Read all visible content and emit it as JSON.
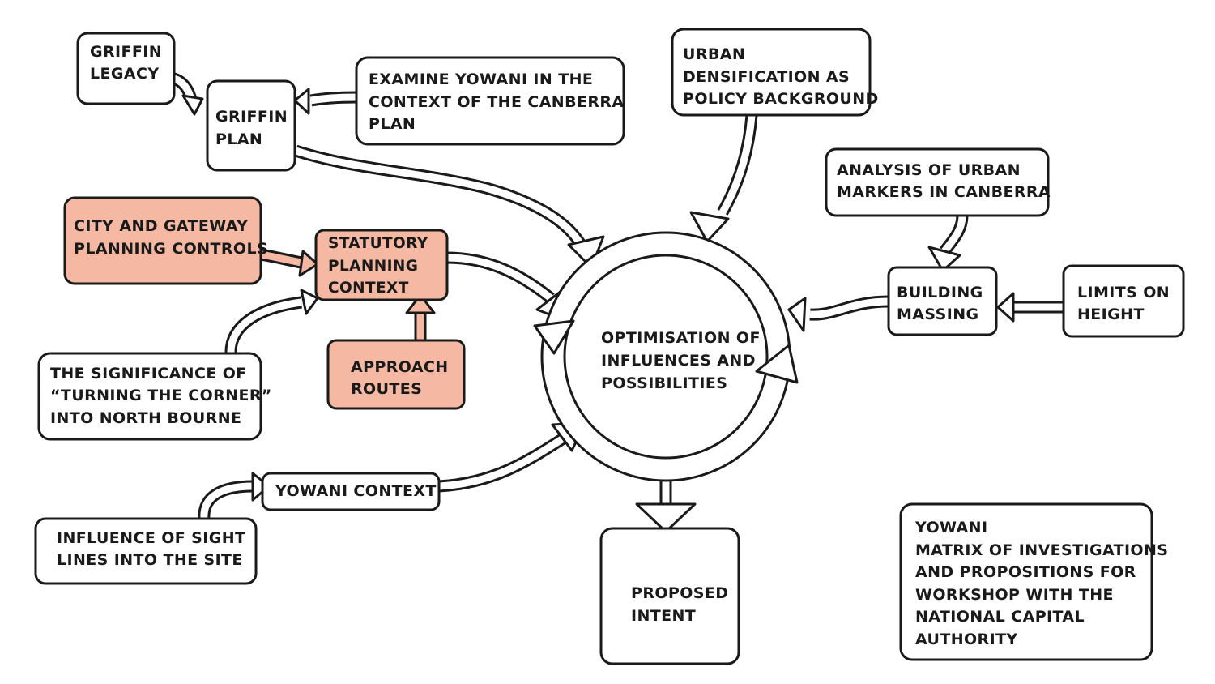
{
  "nodes": {
    "griffin_legacy": [
      "GRIFFIN",
      "LEGACY"
    ],
    "griffin_plan": [
      "GRIFFIN",
      "PLAN"
    ],
    "examine_yowani": [
      "EXAMINE YOWANI IN THE",
      "CONTEXT OF THE CANBERRA",
      "PLAN"
    ],
    "urban_densification": [
      "URBAN",
      "DENSIFICATION AS",
      "POLICY BACKGROUND"
    ],
    "analysis_markers": [
      "ANALYSIS OF URBAN",
      "MARKERS IN CANBERRA"
    ],
    "city_gateway": [
      "CITY AND GATEWAY",
      "PLANNING CONTROLS"
    ],
    "statutory": [
      "STATUTORY",
      "PLANNING",
      "CONTEXT"
    ],
    "approach_routes": [
      "APPROACH",
      "ROUTES"
    ],
    "significance": [
      "THE SIGNIFICANCE OF",
      "“TURNING THE CORNER”",
      "INTO NORTH BOURNE"
    ],
    "optimisation": [
      "OPTIMISATION OF",
      "INFLUENCES AND",
      "POSSIBILITIES"
    ],
    "building_massing": [
      "BUILDING",
      "MASSING"
    ],
    "limits_height": [
      "LIMITS ON",
      "HEIGHT"
    ],
    "yowani_context": [
      "YOWANI CONTEXT"
    ],
    "sight_lines": [
      "INFLUENCE OF SIGHT",
      "LINES INTO THE SITE"
    ],
    "proposed_intent": [
      "PROPOSED",
      "INTENT"
    ],
    "caption": [
      "YOWANI",
      "MATRIX OF INVESTIGATIONS",
      "AND PROPOSITIONS FOR",
      "WORKSHOP WITH THE",
      "NATIONAL CAPITAL",
      "AUTHORITY"
    ]
  },
  "colors": {
    "highlight": "#f4b8a3",
    "stroke": "#1a1a1a",
    "background": "#ffffff"
  }
}
